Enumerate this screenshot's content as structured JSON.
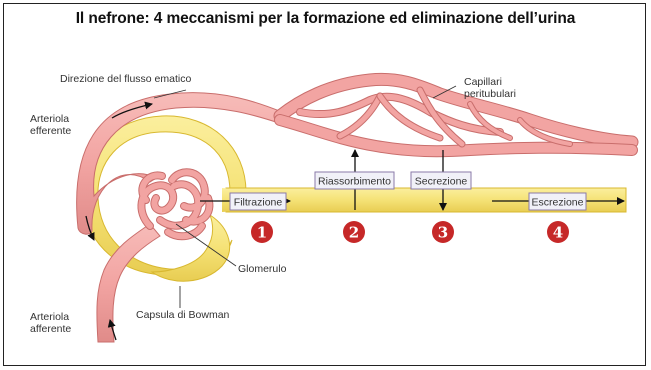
{
  "title": "Il nefrone: 4 meccanismi per la formazione ed eliminazione dell’urina",
  "labels": {
    "blood_flow": "Direzione del flusso ematico",
    "capillaries_line1": "Capillari",
    "capillaries_line2": "peritubulari",
    "efferent_line1": "Arteriola",
    "efferent_line2": "efferente",
    "afferent_line1": "Arteriola",
    "afferent_line2": "afferente",
    "glomerulus": "Glomerulo",
    "bowman": "Capsula di Bowman"
  },
  "processes": [
    {
      "number": "1",
      "label": "Filtrazione"
    },
    {
      "number": "2",
      "label": "Riassorbimento"
    },
    {
      "number": "3",
      "label": "Secrezione"
    },
    {
      "number": "4",
      "label": "Escrezione"
    }
  ],
  "colors": {
    "vessel": "#f2a4a2",
    "vessel_edge": "#c96e6c",
    "tubule": "#f5e276",
    "tubule_edge": "#d8b830",
    "number_badge": "#c62828",
    "box_fill": "#f1f1f8",
    "box_border": "#8a7aa8"
  }
}
